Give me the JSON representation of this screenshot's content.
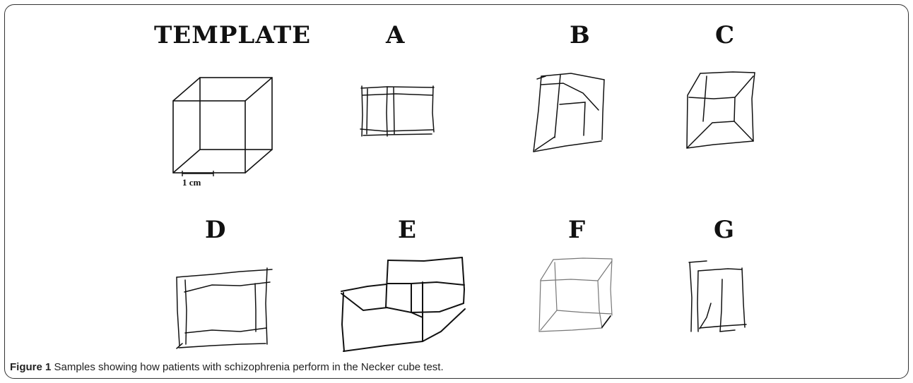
{
  "panels": {
    "template": "TEMPLATE",
    "a": "A",
    "b": "B",
    "c": "C",
    "d": "D",
    "e": "E",
    "f": "F",
    "g": "G"
  },
  "scale_bar": {
    "label": "1 cm"
  },
  "caption": {
    "label": "Figure 1",
    "text": "Samples showing how patients with schizophrenia perform in the Necker cube test."
  }
}
